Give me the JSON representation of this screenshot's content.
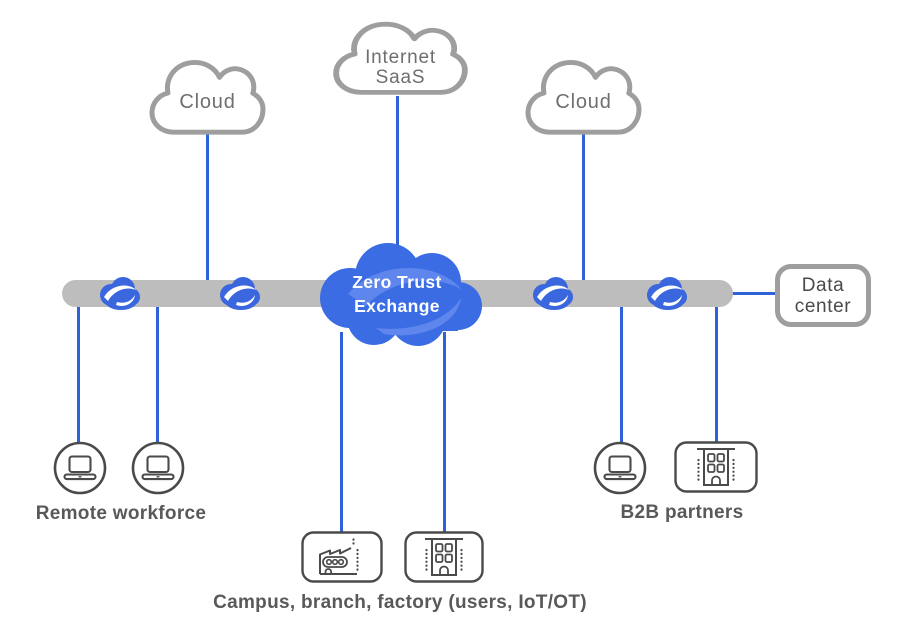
{
  "title": "Zero Trust Exchange network diagram",
  "colors": {
    "connector_blue": "#2f62d8",
    "zscaler_logo_blue": "#3a66de",
    "exchange_cloud_blue": "#3b6ce3",
    "exchange_swoosh_blue": "#5e86ec",
    "backbone_bar_gray": "#bdbdbd",
    "cloud_outline_gray": "#9e9e9e",
    "icon_stroke_gray": "#4a4a4a",
    "label_text_gray": "#595959",
    "cloud_label_gray": "#6e6e6e",
    "datacenter_text_gray": "#4a4a4a"
  },
  "clouds": {
    "left": {
      "label": "Cloud"
    },
    "center": {
      "line1": "Internet",
      "line2": "SaaS"
    },
    "right": {
      "label": "Cloud"
    }
  },
  "exchange": {
    "line1": "Zero Trust",
    "line2": "Exchange"
  },
  "data_center": {
    "line1": "Data",
    "line2": "center"
  },
  "groups": {
    "remote_workforce": {
      "label": "Remote workforce"
    },
    "campus": {
      "label": "Campus, branch, factory (users, IoT/OT)"
    },
    "b2b": {
      "label": "B2B partners"
    }
  },
  "icons": {
    "backbone_logos": "zscaler-cloud-swoosh-icon",
    "remote_devices": "laptop-icon",
    "campus_devices": [
      "factory-icon",
      "office-building-icon"
    ],
    "b2b_devices": [
      "laptop-icon",
      "office-building-icon"
    ],
    "top_shapes": "cloud-outline-icon"
  }
}
